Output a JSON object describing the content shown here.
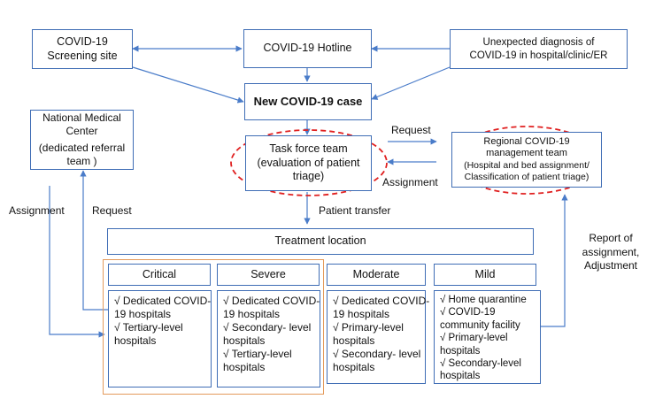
{
  "nodes": {
    "screening": [
      "COVID-19",
      "Screening site"
    ],
    "hotline": "COVID-19 Hotline",
    "unexpected": [
      "Unexpected diagnosis of",
      "COVID-19 in hospital/clinic/ER"
    ],
    "new_case": "New COVID-19 case",
    "nmc": [
      "National Medical",
      "Center",
      "(dedicated referral",
      "team )"
    ],
    "taskforce": [
      "Task force team",
      "(evaluation of patient",
      "triage)"
    ],
    "regional": [
      "Regional COVID-19",
      "management team",
      "(Hospital and bed assignment/",
      "Classification of patient triage)"
    ],
    "treatment": "Treatment location"
  },
  "edge_labels": {
    "request_top": "Request",
    "assignment_mid": "Assignment",
    "assignment_left": "Assignment",
    "request_left": "Request",
    "patient_transfer": "Patient transfer",
    "report": [
      "Report of",
      "assignment,",
      "Adjustment"
    ]
  },
  "categories": [
    {
      "name": "Critical",
      "items": [
        "√ Dedicated COVID-",
        "19 hospitals",
        " √ Tertiary-level",
        "hospitals"
      ]
    },
    {
      "name": "Severe",
      "items": [
        "√ Dedicated COVID-",
        "19 hospitals",
        " √ Secondary- level",
        "hospitals",
        " √ Tertiary-level",
        "hospitals"
      ]
    },
    {
      "name": "Moderate",
      "items": [
        "√ Dedicated COVID-",
        "19 hospitals",
        " √ Primary-level",
        "hospitals",
        " √ Secondary- level",
        "hospitals"
      ]
    },
    {
      "name": "Mild",
      "items": [
        "√ Home quarantine",
        " √ COVID-19",
        "community facility",
        " √ Primary-level",
        "hospitals",
        "  √ Secondary-level",
        "hospitals"
      ]
    }
  ],
  "colors": {
    "box_border": "#3f6db5",
    "arrow": "#4a7cc9",
    "highlight_ellipse": "#e02020",
    "group_border": "#e39a5b"
  }
}
